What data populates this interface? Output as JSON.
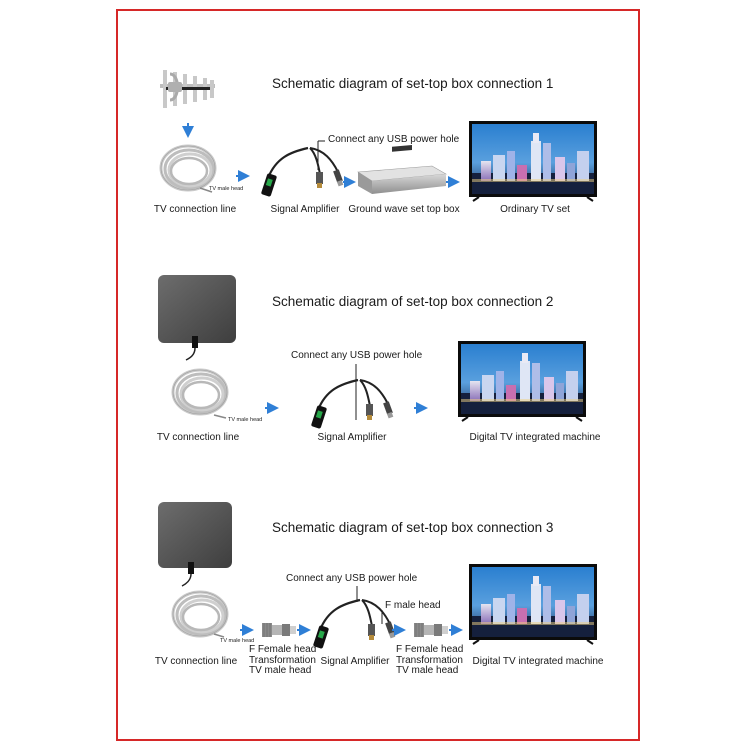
{
  "sections": [
    {
      "title": "Schematic diagram of set-top box connection 1",
      "usb_note": "Connect any USB power hole",
      "tv_male_head": "TV male head",
      "labels": [
        "TV connection line",
        "Signal Amplifier",
        "Ground wave set top box",
        "Ordinary TV set"
      ]
    },
    {
      "title": "Schematic diagram of set-top box connection 2",
      "usb_note": "Connect any USB power hole",
      "tv_male_head": "TV male head",
      "labels": [
        "TV connection line",
        "Signal Amplifier",
        "Digital TV integrated machine"
      ]
    },
    {
      "title": "Schematic diagram of set-top box connection 3",
      "usb_note": "Connect any USB power hole",
      "f_male_head": "F male head",
      "tv_male_head": "TV male head",
      "labels": [
        "TV connection line",
        "Signal Amplifier",
        "Digital TV integrated machine"
      ],
      "adapter_label": [
        "F Female head",
        "Transformation",
        "TV male head"
      ]
    }
  ],
  "colors": {
    "frame": "#d62828",
    "arrow": "#2f7fd6",
    "cable": "#c9c9c9",
    "panel": "#5a5a5a"
  }
}
